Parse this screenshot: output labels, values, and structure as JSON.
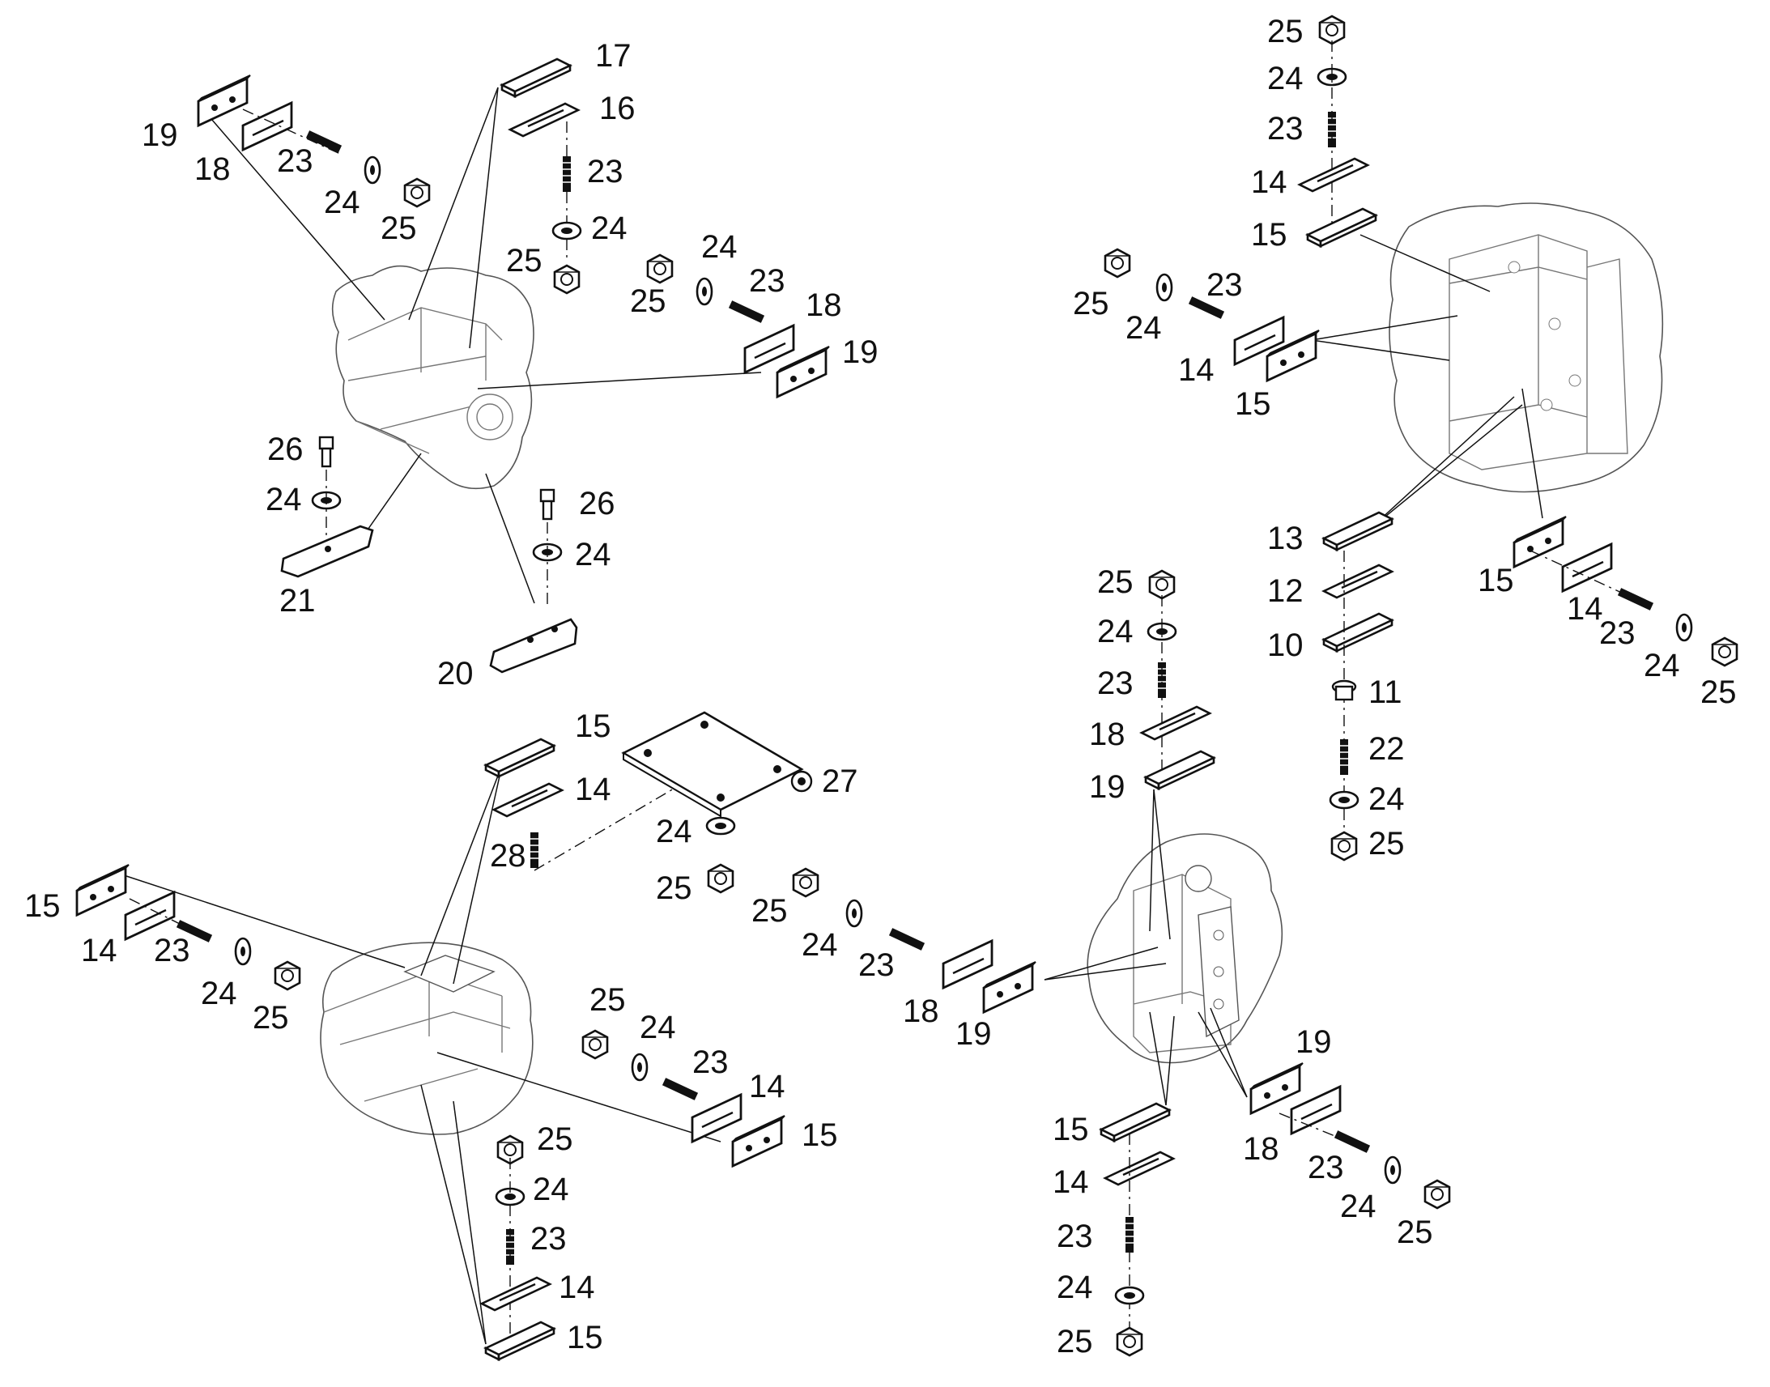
{
  "diagram": {
    "callouts": [
      {
        "id": "c1",
        "text": "19"
      },
      {
        "id": "c2",
        "text": "18"
      },
      {
        "id": "c3",
        "text": "23"
      },
      {
        "id": "c4",
        "text": "24"
      },
      {
        "id": "c5",
        "text": "25"
      },
      {
        "id": "c6",
        "text": "17"
      },
      {
        "id": "c7",
        "text": "16"
      },
      {
        "id": "c8",
        "text": "23"
      },
      {
        "id": "c9",
        "text": "24"
      },
      {
        "id": "c10",
        "text": "25"
      },
      {
        "id": "c11",
        "text": "25"
      },
      {
        "id": "c12",
        "text": "24"
      },
      {
        "id": "c13",
        "text": "23"
      },
      {
        "id": "c14",
        "text": "18"
      },
      {
        "id": "c15",
        "text": "19"
      },
      {
        "id": "c16",
        "text": "26"
      },
      {
        "id": "c17",
        "text": "24"
      },
      {
        "id": "c18",
        "text": "21"
      },
      {
        "id": "c19",
        "text": "26"
      },
      {
        "id": "c20",
        "text": "24"
      },
      {
        "id": "c21",
        "text": "20"
      },
      {
        "id": "c22",
        "text": "25"
      },
      {
        "id": "c23",
        "text": "24"
      },
      {
        "id": "c24",
        "text": "23"
      },
      {
        "id": "c25",
        "text": "14"
      },
      {
        "id": "c26",
        "text": "15"
      },
      {
        "id": "c27",
        "text": "25"
      },
      {
        "id": "c28",
        "text": "24"
      },
      {
        "id": "c29",
        "text": "23"
      },
      {
        "id": "c30",
        "text": "14"
      },
      {
        "id": "c31",
        "text": "15"
      },
      {
        "id": "c32",
        "text": "13"
      },
      {
        "id": "c33",
        "text": "12"
      },
      {
        "id": "c34",
        "text": "10"
      },
      {
        "id": "c35",
        "text": "11"
      },
      {
        "id": "c36",
        "text": "22"
      },
      {
        "id": "c37",
        "text": "24"
      },
      {
        "id": "c38",
        "text": "25"
      },
      {
        "id": "c39",
        "text": "15"
      },
      {
        "id": "c40",
        "text": "14"
      },
      {
        "id": "c41",
        "text": "23"
      },
      {
        "id": "c42",
        "text": "24"
      },
      {
        "id": "c43",
        "text": "25"
      },
      {
        "id": "c44",
        "text": "25"
      },
      {
        "id": "c45",
        "text": "24"
      },
      {
        "id": "c46",
        "text": "23"
      },
      {
        "id": "c47",
        "text": "18"
      },
      {
        "id": "c48",
        "text": "19"
      },
      {
        "id": "c49",
        "text": "15"
      },
      {
        "id": "c50",
        "text": "14"
      },
      {
        "id": "c51",
        "text": "28"
      },
      {
        "id": "c52",
        "text": "27"
      },
      {
        "id": "c53",
        "text": "24"
      },
      {
        "id": "c54",
        "text": "25"
      },
      {
        "id": "c55",
        "text": "25"
      },
      {
        "id": "c56",
        "text": "24"
      },
      {
        "id": "c57",
        "text": "23"
      },
      {
        "id": "c58",
        "text": "18"
      },
      {
        "id": "c59",
        "text": "19"
      },
      {
        "id": "c60",
        "text": "15"
      },
      {
        "id": "c61",
        "text": "14"
      },
      {
        "id": "c62",
        "text": "23"
      },
      {
        "id": "c63",
        "text": "24"
      },
      {
        "id": "c64",
        "text": "25"
      },
      {
        "id": "c65",
        "text": "25"
      },
      {
        "id": "c66",
        "text": "24"
      },
      {
        "id": "c67",
        "text": "23"
      },
      {
        "id": "c68",
        "text": "14"
      },
      {
        "id": "c69",
        "text": "15"
      },
      {
        "id": "c70",
        "text": "25"
      },
      {
        "id": "c71",
        "text": "24"
      },
      {
        "id": "c72",
        "text": "23"
      },
      {
        "id": "c73",
        "text": "14"
      },
      {
        "id": "c74",
        "text": "15"
      },
      {
        "id": "c75",
        "text": "19"
      },
      {
        "id": "c76",
        "text": "18"
      },
      {
        "id": "c77",
        "text": "23"
      },
      {
        "id": "c78",
        "text": "24"
      },
      {
        "id": "c79",
        "text": "25"
      },
      {
        "id": "c80",
        "text": "15"
      },
      {
        "id": "c81",
        "text": "14"
      },
      {
        "id": "c82",
        "text": "23"
      },
      {
        "id": "c83",
        "text": "24"
      },
      {
        "id": "c84",
        "text": "25"
      }
    ]
  }
}
